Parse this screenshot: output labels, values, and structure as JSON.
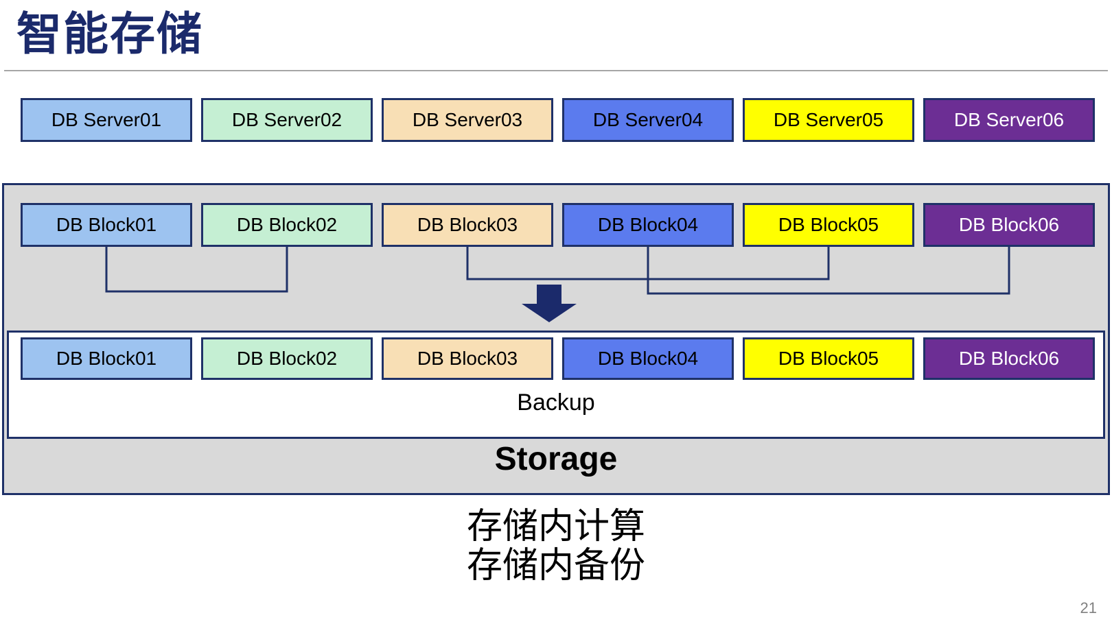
{
  "header": {
    "title": "智能存储"
  },
  "theme": {
    "navy": "#1B2A6B",
    "border_navy": "#1F3168",
    "container_gray": "#D9D9D9",
    "rule_gray": "#A6A6A6",
    "page_gray": "#808080",
    "box_colors": [
      "#9DC3F0",
      "#C5EFD3",
      "#F8DFB5",
      "#5B7BEE",
      "#FFFF00",
      "#6C2E94"
    ],
    "box_text_colors": [
      "#000000",
      "#000000",
      "#000000",
      "#000000",
      "#000000",
      "#FFFFFF"
    ]
  },
  "server_row": {
    "items": [
      {
        "label": "DB Server01"
      },
      {
        "label": "DB Server02"
      },
      {
        "label": "DB Server03"
      },
      {
        "label": "DB Server04"
      },
      {
        "label": "DB Server05"
      },
      {
        "label": "DB Server06"
      }
    ]
  },
  "storage": {
    "label": "Storage",
    "block_row_top": {
      "items": [
        {
          "label": "DB Block01"
        },
        {
          "label": "DB Block02"
        },
        {
          "label": "DB Block03"
        },
        {
          "label": "DB Block04"
        },
        {
          "label": "DB Block05"
        },
        {
          "label": "DB Block06"
        }
      ]
    },
    "backup_box": {
      "label": "Backup",
      "block_row": {
        "items": [
          {
            "label": "DB Block01"
          },
          {
            "label": "DB Block02"
          },
          {
            "label": "DB Block03"
          },
          {
            "label": "DB Block04"
          },
          {
            "label": "DB Block05"
          },
          {
            "label": "DB Block06"
          }
        ]
      }
    }
  },
  "footer": {
    "lines": [
      "存储内计算",
      "存储内备份"
    ],
    "page_number": "21"
  }
}
